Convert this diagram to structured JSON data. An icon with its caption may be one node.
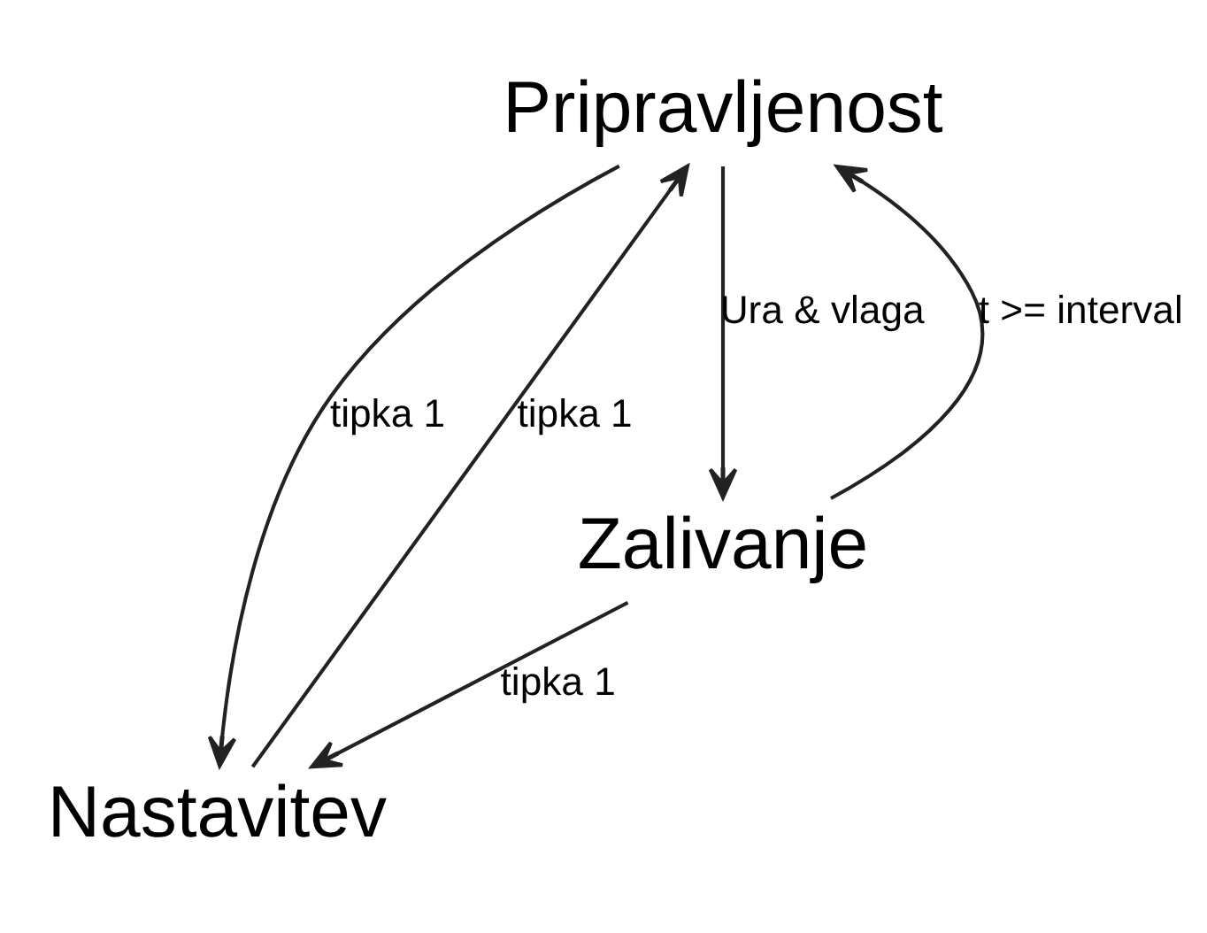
{
  "diagram": {
    "nodes": [
      {
        "text": [
          "Pripravljenost"
        ]
      },
      {
        "text": [
          "Nastavitev"
        ]
      },
      {
        "text": [
          "Zalivanje"
        ]
      }
    ],
    "edges": [
      {
        "from": 1,
        "to": 0,
        "arrow": "to",
        "label": "tipka 1"
      },
      {
        "from": 0,
        "to": 1,
        "arrow": "to",
        "label": "tipka 1"
      },
      {
        "from": 0,
        "to": 2,
        "arrow": "to",
        "label": "Ura & vlaga"
      },
      {
        "from": 2,
        "to": 0,
        "arrow": "to",
        "label": "t >= interval"
      },
      {
        "from": 2,
        "to": 1,
        "arrow": "to",
        "label": "tipka 1"
      }
    ]
  }
}
